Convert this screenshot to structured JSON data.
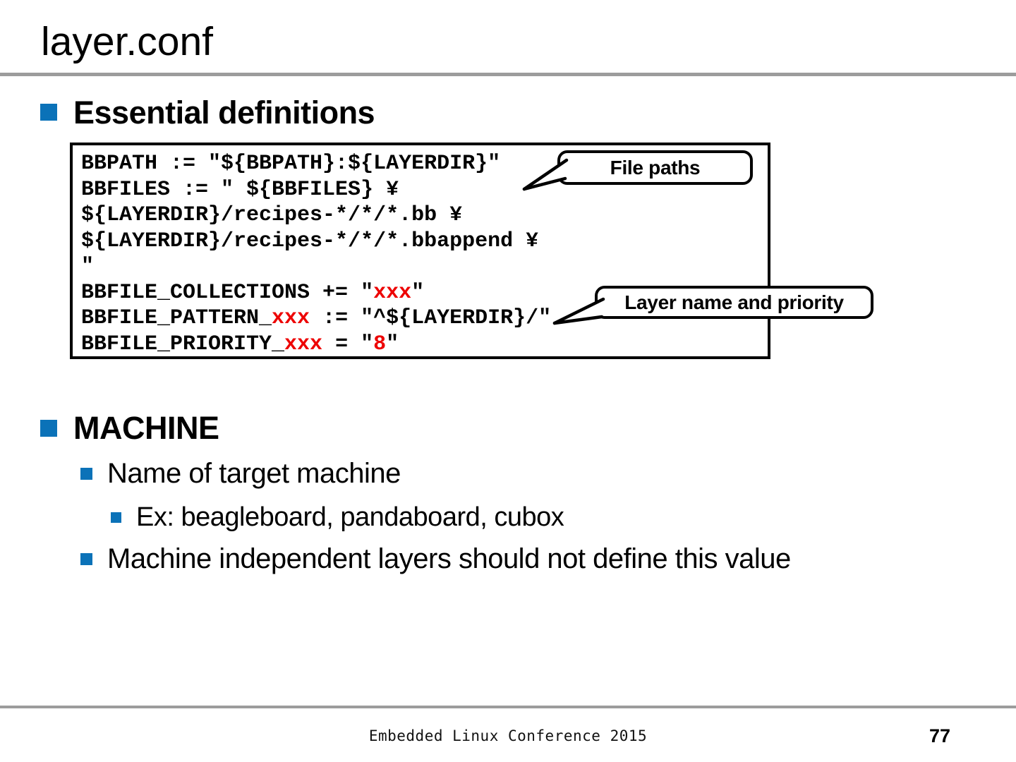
{
  "page": {
    "title": "layer.conf",
    "footer": "Embedded Linux Conference 2015",
    "page_number": "77"
  },
  "colors": {
    "accent_blue": "#0b72b8",
    "code_red": "#ed0000",
    "rule_gray": "#9c9c9c",
    "background": "#ffffff"
  },
  "sections": {
    "essential": {
      "heading": "Essential definitions"
    },
    "machine": {
      "heading": "MACHINE",
      "items": [
        "Name of target machine",
        "Ex: beagleboard, pandaboard, cubox",
        "Machine independent layers should not define this value"
      ]
    }
  },
  "callouts": {
    "file_paths": "File paths",
    "layer_name": "Layer name and priority"
  },
  "code": {
    "lines": [
      {
        "segments": [
          {
            "text": "BBPATH := \"${BBPATH}:${LAYERDIR}\"",
            "color": "black"
          }
        ]
      },
      {
        "segments": [
          {
            "text": "BBFILES := \" ${BBFILES} ¥",
            "color": "black"
          }
        ]
      },
      {
        "segments": [
          {
            "text": "${LAYERDIR}/recipes-*/*/*.bb ¥",
            "color": "black"
          }
        ]
      },
      {
        "segments": [
          {
            "text": "${LAYERDIR}/recipes-*/*/*.bbappend ¥",
            "color": "black"
          }
        ]
      },
      {
        "segments": [
          {
            "text": "\"",
            "color": "black"
          }
        ]
      },
      {
        "segments": [
          {
            "text": "BBFILE_COLLECTIONS += \"",
            "color": "black"
          },
          {
            "text": "xxx",
            "color": "red"
          },
          {
            "text": "\"",
            "color": "black"
          }
        ]
      },
      {
        "segments": [
          {
            "text": "BBFILE_PATTERN_",
            "color": "black"
          },
          {
            "text": "xxx",
            "color": "red"
          },
          {
            "text": " := \"^${LAYERDIR}/\"",
            "color": "black"
          }
        ]
      },
      {
        "segments": [
          {
            "text": "BBFILE_PRIORITY_",
            "color": "black"
          },
          {
            "text": "xxx",
            "color": "red"
          },
          {
            "text": " = \"",
            "color": "black"
          },
          {
            "text": "8",
            "color": "red"
          },
          {
            "text": "\"",
            "color": "black"
          }
        ]
      }
    ]
  }
}
